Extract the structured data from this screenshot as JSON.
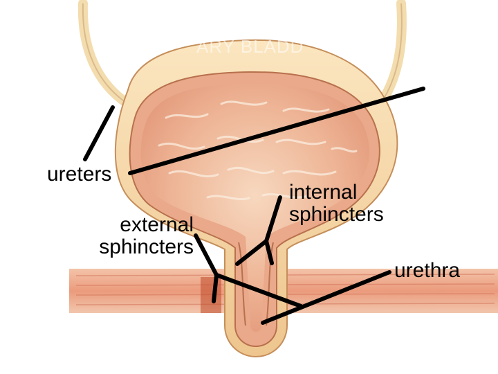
{
  "diagram": {
    "faded_title": "ARY BLADD",
    "labels": {
      "ureters": "ureters",
      "external_line1": "external",
      "external_line2": "sphincters",
      "internal_line1": "internal",
      "internal_line2": "sphincters",
      "urethra": "urethra"
    }
  },
  "colors": {
    "tissue_light": "#f2c9a0",
    "tissue_dark": "#d9946a",
    "muscle": "#d9705a",
    "ureter": "#f5ddb0",
    "leader_line": "#000000"
  }
}
